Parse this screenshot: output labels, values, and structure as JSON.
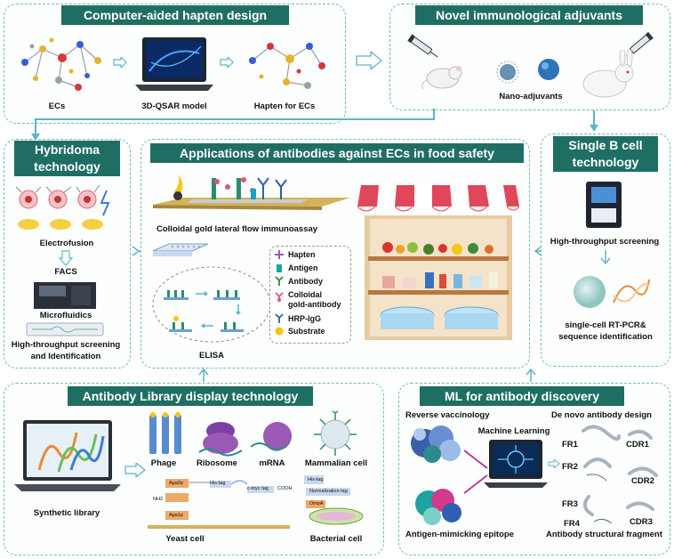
{
  "panels": {
    "hapten": {
      "title": "Computer-aided hapten design",
      "labels": {
        "ecs": "ECs",
        "qsar": "3D-QSAR model",
        "hapten_for_ecs": "Hapten for ECs"
      }
    },
    "adjuvants": {
      "title": "Novel immunological adjuvants",
      "labels": {
        "nano": "Nano-adjuvants"
      }
    },
    "hybridoma": {
      "title_line1": "Hybridoma",
      "title_line2": "technology",
      "labels": {
        "electrofusion": "Electrofusion",
        "facs": "FACS",
        "microfluidics": "Microfluidics",
        "hts_line1": "High-throughput screening",
        "hts_line2": "and Identification"
      }
    },
    "applications": {
      "title": "Applications of antibodies against ECs in food safety",
      "labels": {
        "lfia": "Colloidal gold lateral flow immunoassay",
        "elisa": "ELISA"
      },
      "legend": [
        "Hapten",
        "Antigen",
        "Antibody",
        "Colloidal",
        "gold-antibody",
        "HRP-IgG",
        "Substrate"
      ]
    },
    "single_b": {
      "title_line1": "Single B cell",
      "title_line2": "technology",
      "labels": {
        "hts": "High-throughput screening",
        "rtpcr_line1": "single-cell RT-PCR&",
        "rtpcr_line2": "sequence identification"
      }
    },
    "library": {
      "title": "Antibody Library display technology",
      "labels": {
        "phage": "Phage",
        "ribosome": "Ribosome",
        "mrna": "mRNA",
        "mammalian": "Mammalian cell",
        "synthetic": "Synthetic library",
        "yeast": "Yeast cell",
        "bacterial": "Bacterial cell"
      },
      "tags": {
        "his": "His-tag",
        "cmyc": "c-myc tag",
        "cooh": "COOH",
        "nh2": "NH2",
        "aga2": "Aga2p",
        "aga1": "Aga1p",
        "hisright": "His-tag",
        "normal": "Normalization tag",
        "ompa": "OmpA"
      }
    },
    "ml": {
      "title": "ML for antibody discovery",
      "labels": {
        "reverse": "Reverse vaccinology",
        "denovo": "De novo antibody design",
        "machine": "Machine Learning",
        "epitope": "Antigen-mimicking epitope",
        "fragment": "Antibody structural fragment"
      },
      "regions": [
        "FR1",
        "CDR1",
        "FR2",
        "CDR2",
        "FR3",
        "FR4",
        "CDR3"
      ]
    }
  },
  "colors": {
    "title_bg": "#1f6e63",
    "border": "#6fbfae",
    "arrow": "#5fb3c9"
  }
}
